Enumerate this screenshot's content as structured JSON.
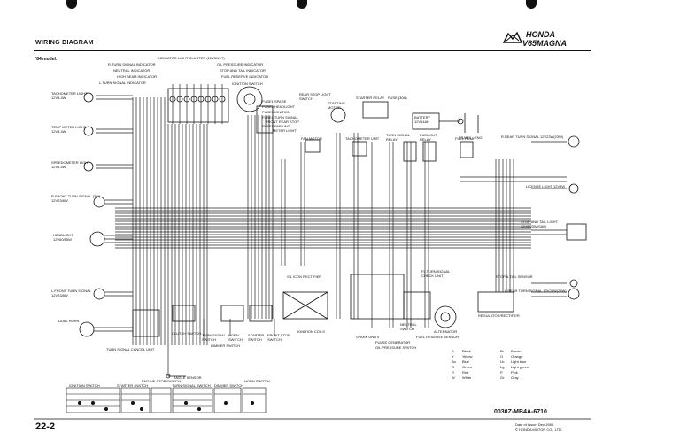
{
  "header": {
    "title": "WIRING DIAGRAM",
    "brand": "HONDA",
    "model": "V65MAGNA",
    "subtitle": "'84 model:"
  },
  "footer": {
    "page_number": "22-2",
    "part_number": "0030Z-MB4A-6710",
    "issue_date": "Date of Issue: Dec,1983",
    "copyright": "© HONDA MOTOR CO., LTD."
  },
  "top_labels": {
    "indicator_cluster": "INDICATOR LIGHT CLUSTER (12V3W×7)",
    "r_turn_indicator": "R.TURN SIGNAL INDICATOR",
    "neutral_indicator": "NEUTRAL INDICATOR",
    "high_beam_indicator": "HIGH BEAM INDICATOR",
    "l_turn_indicator": "L.TURN SIGNAL INDICATOR",
    "oil_pressure_indicator": "OIL PRESSURE INDICATOR",
    "stop_tail_indicator": "STOP AND TAIL INDICATOR",
    "fuel_reserve_indicator": "FUEL RESERVE INDICATOR",
    "ignition_switch": "IGNITION SWITCH",
    "fuse_spare": "FUSE1 SPARE",
    "fuse_headlight": "FUSE2 HEADLIGHT",
    "fuse_ignition": "FUSE3 IGNITION",
    "fuse_turn_signal": "FUSE4 TURN SIGNAL",
    "fuse_front_rear_stop": "FRONT REAR STOP",
    "fuse_parking": "FUSE5 PARKING",
    "fuse_meter_light": "METER LIGHT",
    "fan_motor": "FAN MOTOR",
    "rear_stop_switch": "REAR STOP LIGHT SWITCH",
    "starting_motor": "STARTING MOTOR",
    "starter_relay": "STARTER RELAY",
    "fuse_main": "FUSE (30A)",
    "battery": "BATTERY 12V14AH",
    "ground_frame": "FRAME",
    "ground_eng": "ENG",
    "tachometer": "TACHOMETER UNIT",
    "turn_signal_relay": "TURN SIGNAL RELAY",
    "fuel_cut_relay": "FUEL CUT RELAY",
    "fuel_pump": "FUEL PUMP"
  },
  "left_labels": {
    "tacho_light": "TACHOMETER LIGHT 12V3.4W",
    "temp_meter_light": "TEMP METER LIGHT 12V3.4W",
    "speedometer_light": "SPEEDOMETER LIGHT 12V3.4W",
    "r_front_turn": "R.FRONT TURN SIGNAL (3W) 12V23/8W",
    "headlight": "HEADLIGHT 12V60/55W",
    "l_front_turn": "L.FRONT TURN SIGNAL 12V23/8W",
    "dual_horn": "DUAL HORN"
  },
  "right_labels": {
    "r_rear_turn": "R.REAR TURN SIGNAL 12V23W(23W)",
    "license_light": "LICENSE LIGHT 12V8W",
    "stop_tail_light": "STOP AND TAIL LIGHT 12V8/23W(SAE)",
    "stop_tail_sensor": "STOP & TAIL SENSOR",
    "l_rear_turn": "L.REAR TURN SIGNAL 12V23W(23W)",
    "regulator": "REGULATOR/RECTIFIER",
    "alternator": "ALTERNATOR",
    "fuel_cut_unit": "FL TURN SIGNAL CHECK UNIT"
  },
  "bottom_labels": {
    "turn_signal_cancel": "TURN SIGNAL CANCEL UNIT",
    "clutch_switch": "CLUTCH SWITCH",
    "turn_signal_switch": "TURN SIGNAL SWITCH",
    "horn_switch": "HORN SWITCH",
    "dimmer_switch": "DIMMER SWITCH",
    "starter_switch": "STARTER SWITCH",
    "front_stop_switch": "FRONT STOP SWITCH",
    "ignition_coils": "IGNITION COILS",
    "spark_units": "SPARK UNITS",
    "cdi_unit": "SIL ICON RECTIFIER",
    "neutral_switch": "NEUTRAL SWITCH",
    "pulse_generator": "PULSE GENERATOR",
    "oil_pressure_switch": "OIL PRESSURE SWITCH",
    "fuel_reserve_sensor": "FUEL RESERVE SENSOR",
    "angle_sensor": "ANGLE SENSOR"
  },
  "switch_tables": [
    "IGNITION SWITCH",
    "STARTER SWITCH",
    "ENGINE STOP SWITCH",
    "TURN SIGNAL SWITCH",
    "DIMMER SWITCH",
    "HORN SWITCH"
  ],
  "color_legend": [
    {
      "code": "B",
      "name": "Black",
      "hex": "#111111"
    },
    {
      "code": "Y",
      "name": "Yellow",
      "hex": "#d8c21a"
    },
    {
      "code": "Bu",
      "name": "Blue",
      "hex": "#2a4fb0"
    },
    {
      "code": "G",
      "name": "Green",
      "hex": "#2a8a3a"
    },
    {
      "code": "R",
      "name": "Red",
      "hex": "#c02020"
    },
    {
      "code": "W",
      "name": "White",
      "hex": "#f0f0f0"
    },
    {
      "code": "Br",
      "name": "Brown",
      "hex": "#7a4a20"
    },
    {
      "code": "O",
      "name": "Orange",
      "hex": "#e07a10"
    },
    {
      "code": "Lb",
      "name": "Light blue",
      "hex": "#6ab0e0"
    },
    {
      "code": "Lg",
      "name": "Light green",
      "hex": "#8cd08c"
    },
    {
      "code": "P",
      "name": "Pink",
      "hex": "#e08ab0"
    },
    {
      "code": "Gr",
      "name": "Gray",
      "hex": "#888888"
    }
  ]
}
